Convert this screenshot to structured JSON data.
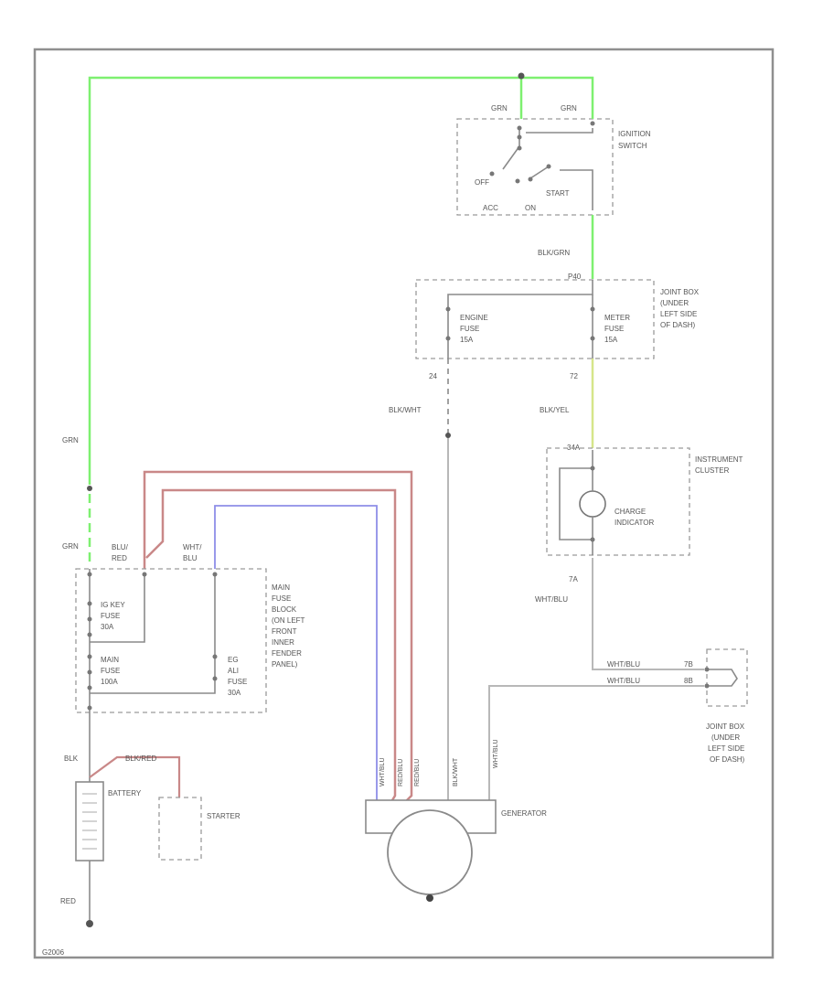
{
  "footer_code": "G2006",
  "wire_colors": {
    "grn": "#7ef070",
    "red": "#c98888",
    "blue": "#8e8ee8",
    "yel": "#d6e58a",
    "gray": "#b8b8b8"
  },
  "labels": {
    "grn_top_left": "GRN",
    "grn_top_right": "GRN",
    "ignition_switch": [
      "IGNITION",
      "SWITCH"
    ],
    "off": "OFF",
    "acc": "ACC",
    "on": "ON",
    "start": "START",
    "blk_grn": "BLK/GRN",
    "p40": "P40",
    "joint_box_top": [
      "JOINT BOX",
      "(UNDER",
      "LEFT SIDE",
      "OF DASH)"
    ],
    "engine_fuse": [
      "ENGINE",
      "FUSE",
      "15A"
    ],
    "meter_fuse": [
      "METER",
      "FUSE",
      "15A"
    ],
    "c24": "24",
    "c72": "72",
    "blk_wht": "BLK/WHT",
    "blk_yel": "BLK/YEL",
    "c34": "34A",
    "instrument_cluster": [
      "INSTRUMENT",
      "CLUSTER"
    ],
    "charge_indicator": [
      "CHARGE",
      "INDICATOR"
    ],
    "c7a": "7A",
    "wht_blu_1": "WHT/BLU",
    "wht_blu_2": "WHT/BLU",
    "wht_blu_3": "WHT/BLU",
    "c7b": "7B",
    "c8b": "8B",
    "joint_box_bottom": [
      "JOINT BOX",
      "(UNDER",
      "LEFT SIDE",
      "OF DASH)"
    ],
    "grn_mid": "GRN",
    "grn_low": "GRN",
    "blu_red": [
      "BLU/",
      "RED"
    ],
    "wht_blu_block": [
      "WHT/",
      "BLU"
    ],
    "ig_key_fuse": [
      "IG KEY",
      "FUSE",
      "30A"
    ],
    "main_fuse": [
      "MAIN",
      "FUSE",
      "100A"
    ],
    "eg_ali_fuse": [
      "EG",
      "ALI",
      "FUSE",
      "30A"
    ],
    "main_fuse_block": [
      "MAIN",
      "FUSE",
      "BLOCK",
      "(ON LEFT",
      "FRONT",
      "INNER",
      "FENDER",
      "PANEL)"
    ],
    "blk": "BLK",
    "blk_red_batt": "BLK/RED",
    "battery": "BATTERY",
    "starter": "STARTER",
    "red_ground": "RED",
    "generator": "GENERATOR",
    "gen_wires": [
      "WHT/BLU",
      "RED/BLU",
      "RED/BLU",
      "BLK/WHT",
      "WHT/BLU"
    ]
  }
}
